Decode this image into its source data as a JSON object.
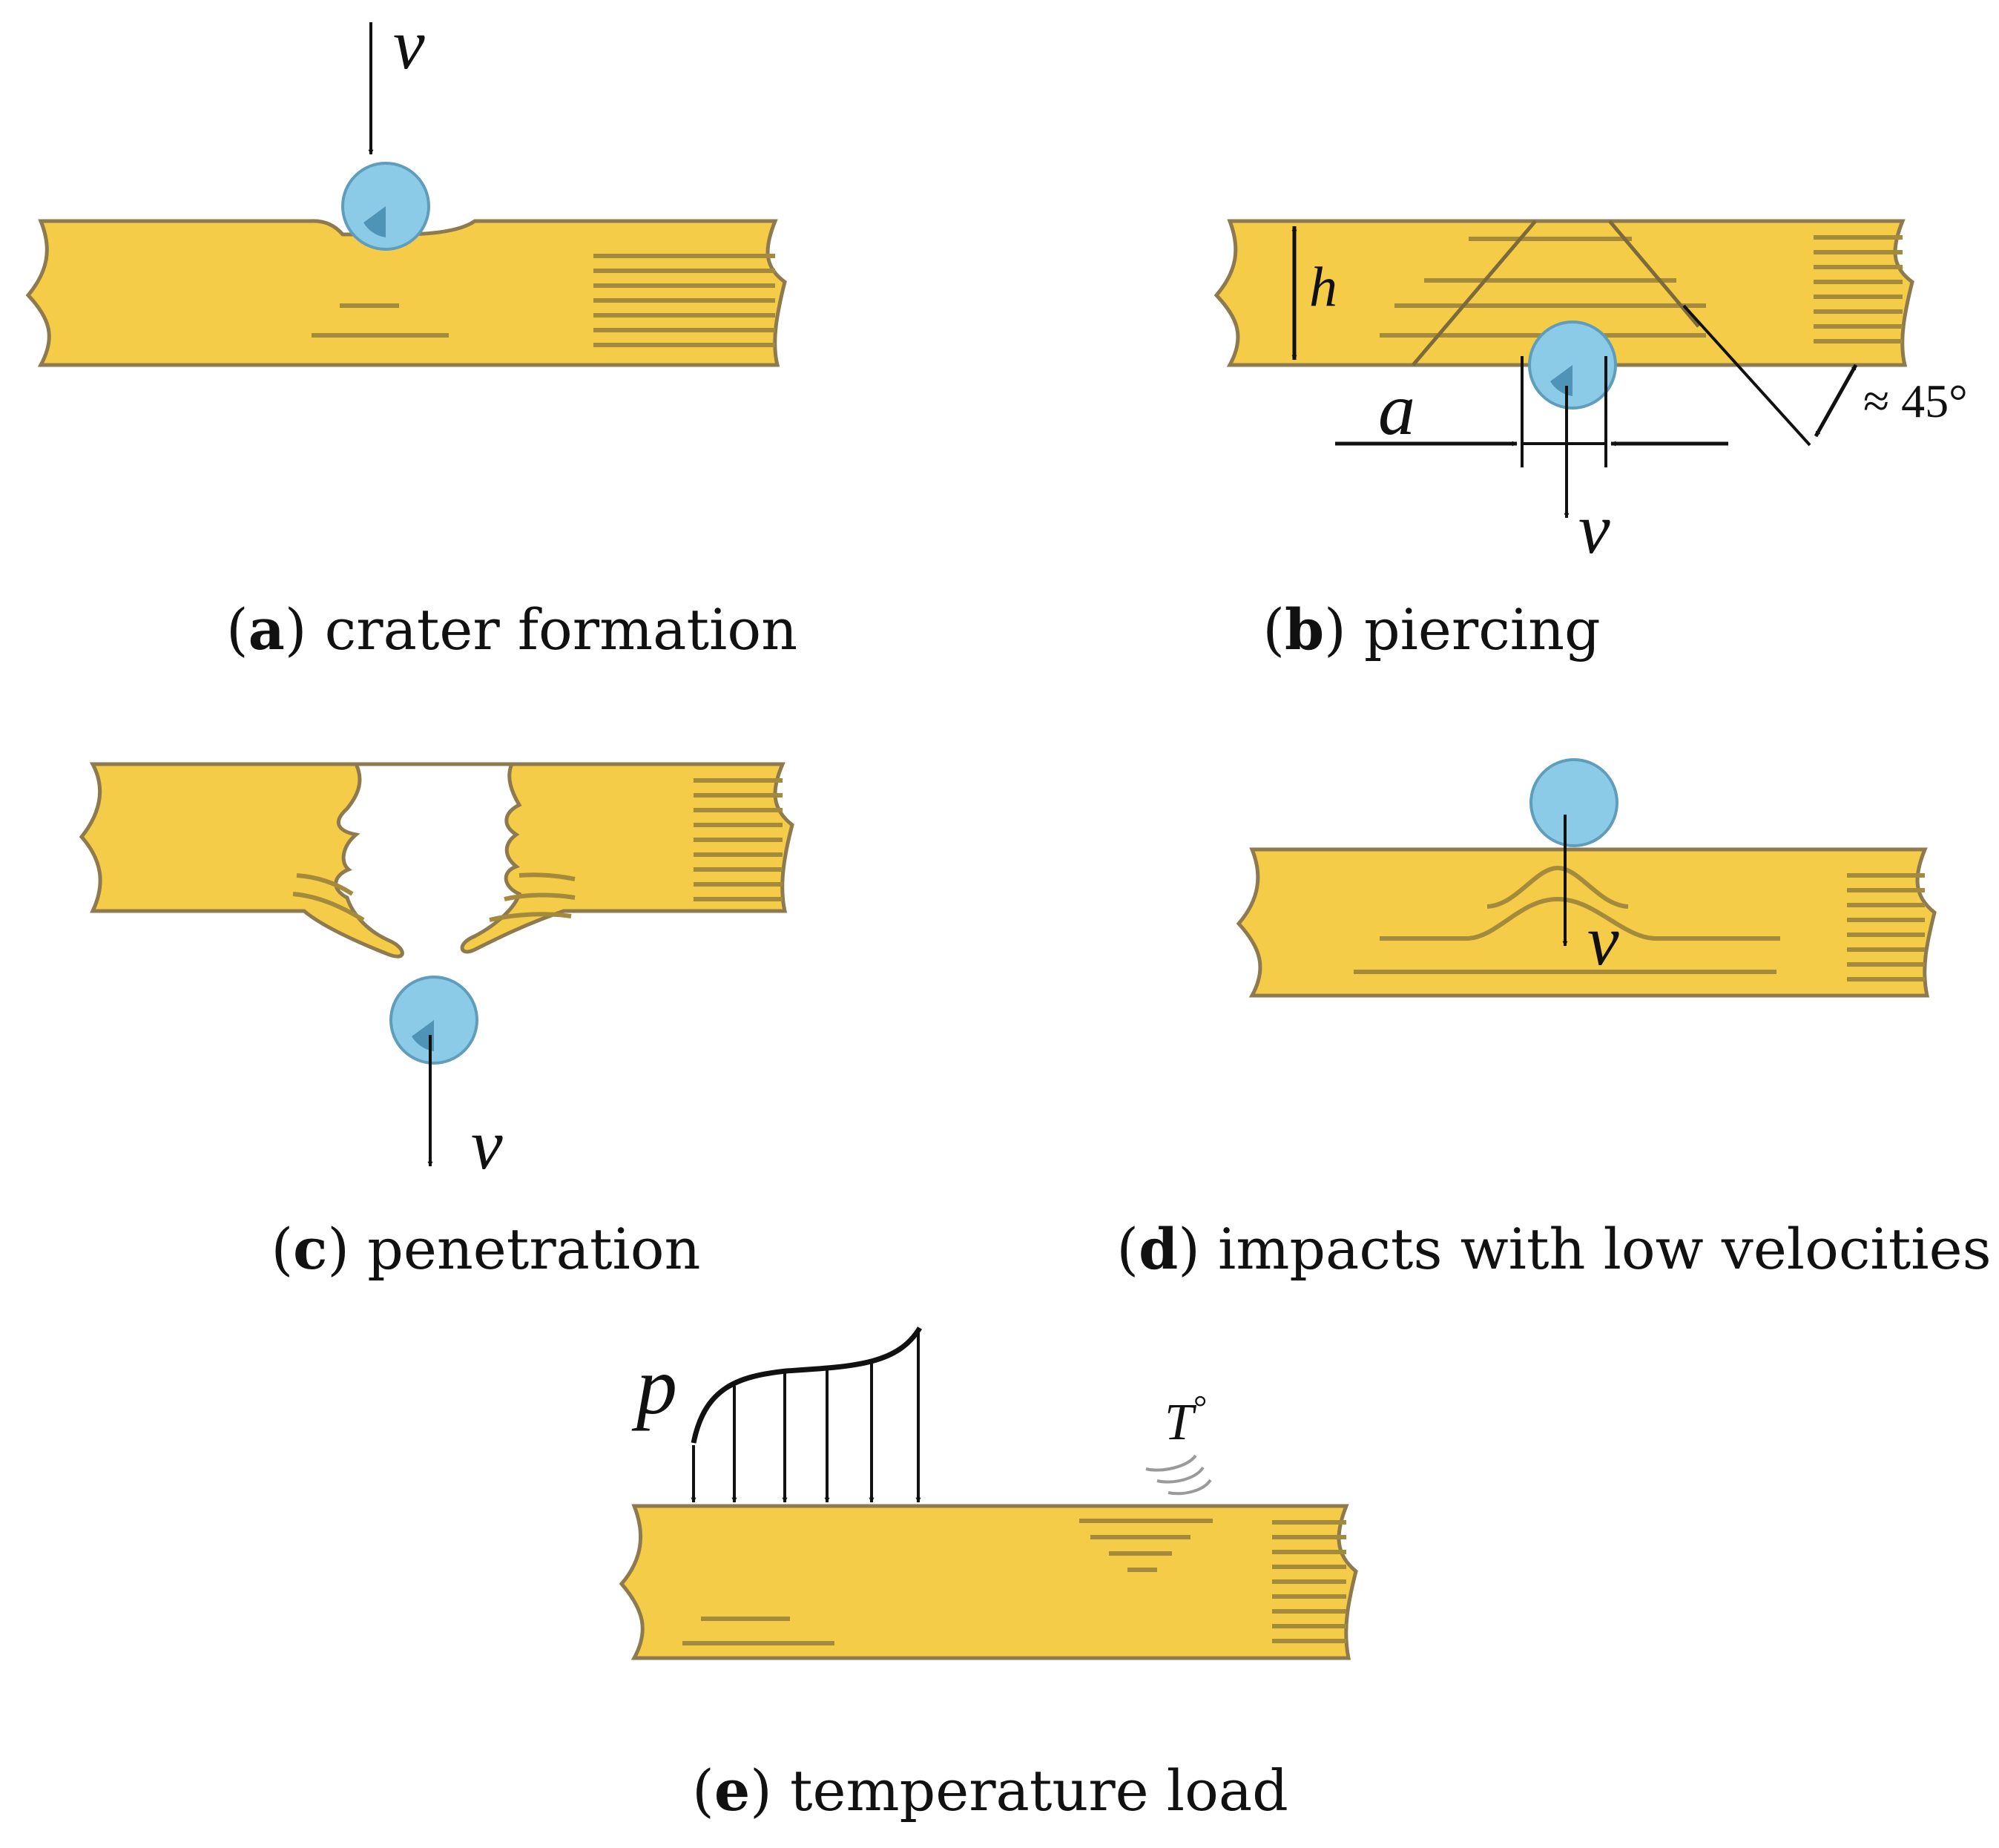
{
  "panels": {
    "a": {
      "letter": "a",
      "caption": " crater formation",
      "velocity_symbol": "v"
    },
    "b": {
      "letter": "b",
      "caption": " piercing",
      "velocity_symbol": "v",
      "thickness_symbol": "h",
      "diameter_symbol": "a",
      "angle_label": "≈ 45°"
    },
    "c": {
      "letter": "c",
      "caption": " penetration",
      "velocity_symbol": "v"
    },
    "d": {
      "letter": "d",
      "caption": " impacts with low velocities",
      "velocity_symbol": "v"
    },
    "e": {
      "letter": "e",
      "caption": " temperature load",
      "pressure_symbol": "p",
      "temperature_symbol": "T",
      "temperature_suffix": "°"
    }
  },
  "colors": {
    "plate_fill": "#f5cc47",
    "plate_edge": "#8e7a4f",
    "layer_line": "#a38a3c",
    "ball_fill": "#8ccbe8",
    "ball_edge": "#5f9dbb",
    "ball_core": "#4f93b6",
    "ink": "#111111"
  }
}
